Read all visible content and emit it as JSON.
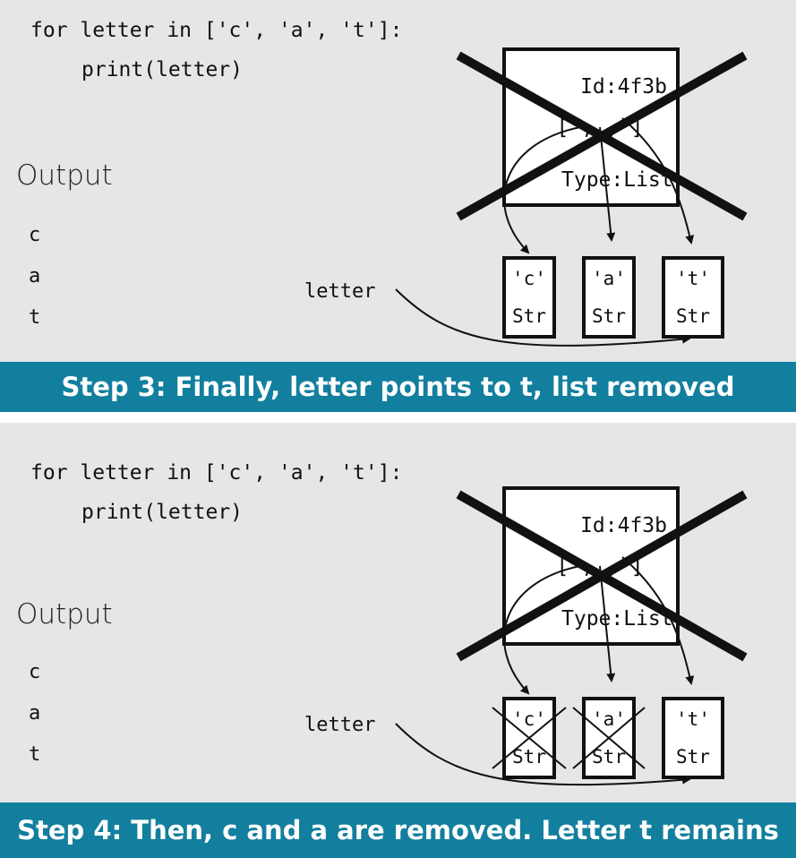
{
  "steps": [
    {
      "code": [
        "for letter in ['c', 'a', 't']:",
        "print(letter)"
      ],
      "output_heading": "Output",
      "output_lines": [
        "c",
        "a",
        "t"
      ],
      "list_object": {
        "id": "Id:4f3b",
        "brackets": "[ , , ]",
        "type": "Type:List",
        "removed": true
      },
      "strings": [
        {
          "value": "'c'",
          "type": "Str",
          "removed": false
        },
        {
          "value": "'a'",
          "type": "Str",
          "removed": false
        },
        {
          "value": "'t'",
          "type": "Str",
          "removed": false
        }
      ],
      "variable": "letter",
      "caption": "Step 3: Finally, letter points to t, list removed"
    },
    {
      "code": [
        "for letter in ['c', 'a', 't']:",
        "print(letter)"
      ],
      "output_heading": "Output",
      "output_lines": [
        "c",
        "a",
        "t"
      ],
      "list_object": {
        "id": "Id:4f3b",
        "brackets": "[ , , ]",
        "type": "Type:List",
        "removed": true
      },
      "strings": [
        {
          "value": "'c'",
          "type": "Str",
          "removed": true
        },
        {
          "value": "'a'",
          "type": "Str",
          "removed": true
        },
        {
          "value": "'t'",
          "type": "Str",
          "removed": false
        }
      ],
      "variable": "letter",
      "caption": "Step 4: Then, c and a are removed. Letter t remains"
    }
  ]
}
